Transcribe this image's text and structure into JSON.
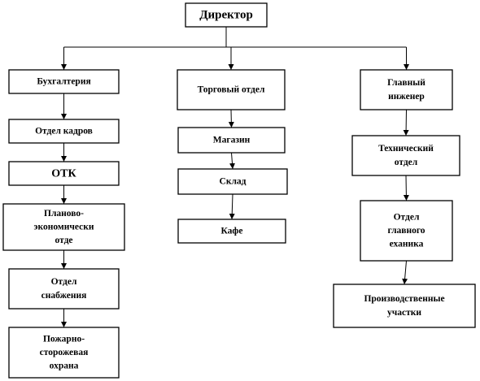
{
  "diagram": {
    "type": "org-chart",
    "colors": {
      "line": "#000000",
      "box_fill": "#ffffff",
      "text": "#000000"
    },
    "root": {
      "id": "director",
      "label": "Директор"
    },
    "branches": [
      {
        "id": "accounting",
        "label": "Бухгалтерия",
        "children": [
          {
            "id": "hr",
            "label": "Отдел кадров"
          },
          {
            "id": "otk",
            "label": "ОТК"
          },
          {
            "id": "planning",
            "label": "Планово-экономический отдел"
          },
          {
            "id": "supply",
            "label": "Отдел снабжения"
          },
          {
            "id": "fire",
            "label": "Пожарно-сторожевая охрана"
          }
        ]
      },
      {
        "id": "trade",
        "label": "Торговый отдел",
        "children": [
          {
            "id": "shop",
            "label": "Магазин"
          },
          {
            "id": "warehouse",
            "label": "Склад"
          },
          {
            "id": "cafe",
            "label": "Кафе"
          }
        ]
      },
      {
        "id": "chief-engineer",
        "label": "Главный инженер",
        "children": [
          {
            "id": "tech",
            "label": "Технический отдел"
          },
          {
            "id": "chief-mech",
            "label": "Отдел главного механика"
          },
          {
            "id": "production",
            "label": "Производственные участки"
          }
        ]
      }
    ]
  }
}
